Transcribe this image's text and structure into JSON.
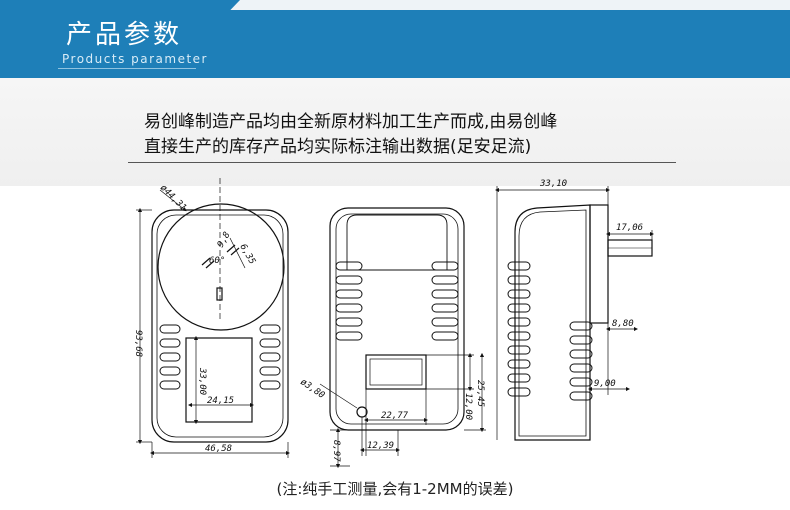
{
  "header": {
    "title_cn": "产品参数",
    "title_en": "Products parameter",
    "background": "#1e7fb8"
  },
  "description": {
    "line1": "易创峰制造产品均由全新原材料加工生产而成,由易创峰",
    "line2": "直接生产的库存产品均实际标注输出数据(足安足流)"
  },
  "dimensions": {
    "front_diameter": "ø44,31",
    "front_height": "93,68",
    "front_width": "46,58",
    "label_width": "24,15",
    "label_height": "33,00",
    "pin_angle": "60°",
    "pin_length": "6,35",
    "pin_spacing": "9,8",
    "hole_diameter": "ø3,80",
    "middle_label_width": "22,77",
    "middle_label_height": "12,00",
    "middle_bottom_height": "25,45",
    "middle_hole_offset": "12,39",
    "middle_bottom_offset": "8,97",
    "side_depth": "33,10",
    "side_prong_length": "17,06",
    "side_prong_thickness": "8,80",
    "side_base_offset": "9,00"
  },
  "footer": {
    "note": "(注:纯手工测量,会有1-2MM的误差)"
  }
}
